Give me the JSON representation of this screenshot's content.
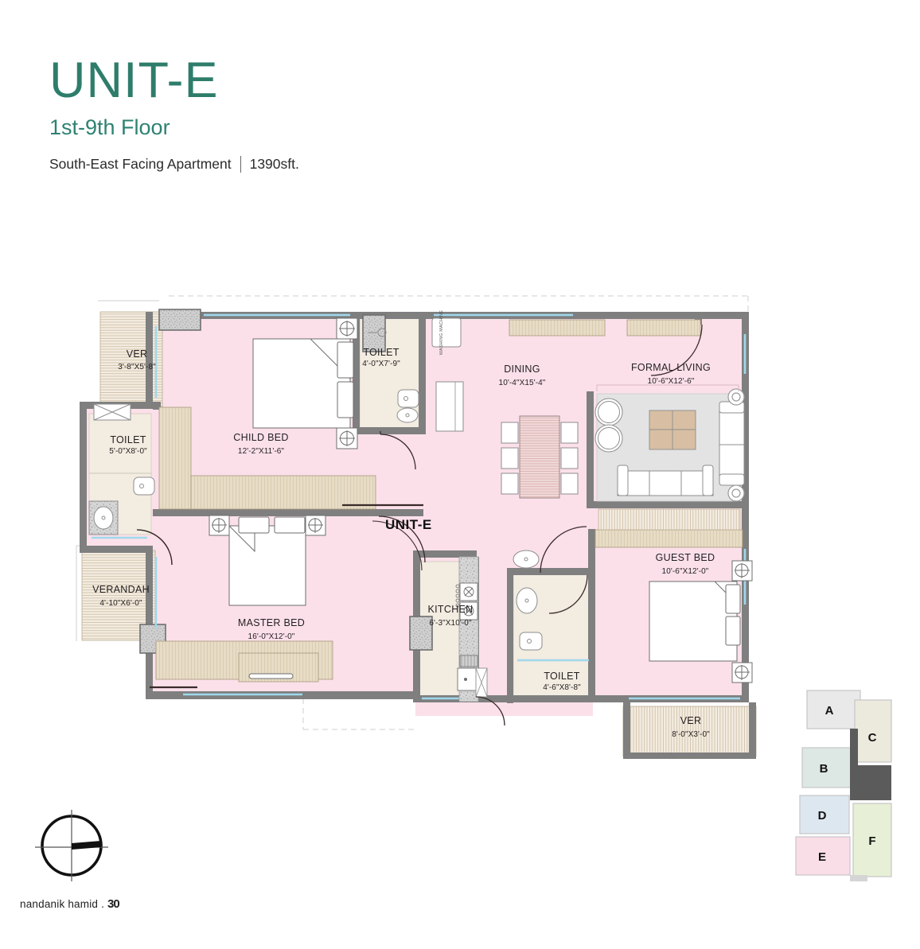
{
  "header": {
    "title": "UNIT-E",
    "subtitle": "1st-9th Floor",
    "facing": "South-East Facing Apartment",
    "area": "1390sft."
  },
  "plan": {
    "center_tag": "UNIT-E",
    "appliance_label": "WASHING MACHINE",
    "rooms": [
      {
        "id": "ver-top",
        "name": "VER",
        "dim": "3'-8\"X5'-8\""
      },
      {
        "id": "toilet-left",
        "name": "TOILET",
        "dim": "5'-0\"X8'-0\""
      },
      {
        "id": "toilet-child",
        "name": "TOILET",
        "dim": "4'-0\"X7'-9\""
      },
      {
        "id": "child-bed",
        "name": "CHILD BED",
        "dim": "12'-2\"X11'-6\""
      },
      {
        "id": "dining",
        "name": "DINING",
        "dim": "10'-4\"X15'-4\""
      },
      {
        "id": "formal-living",
        "name": "FORMAL LIVING",
        "dim": "10'-6\"X12'-6\""
      },
      {
        "id": "verandah",
        "name": "VERANDAH",
        "dim": "4'-10\"X6'-0\""
      },
      {
        "id": "master-bed",
        "name": "MASTER BED",
        "dim": "16'-0\"X12'-0\""
      },
      {
        "id": "kitchen",
        "name": "KITCHEN",
        "dim": "6'-3\"X10'-0\""
      },
      {
        "id": "toilet-common",
        "name": "TOILET",
        "dim": "4'-6\"X8'-8\""
      },
      {
        "id": "guest-bed",
        "name": "GUEST BED",
        "dim": "10'-6\"X12'-0\""
      },
      {
        "id": "ver-bottom",
        "name": "VER",
        "dim": "8'-0\"X3'-0\""
      }
    ]
  },
  "keyplan": {
    "units": [
      {
        "id": "A",
        "label": "A",
        "color": "#e9e9e9"
      },
      {
        "id": "B",
        "label": "B",
        "color": "#dde8e4"
      },
      {
        "id": "C",
        "label": "C",
        "color": "#eceadd"
      },
      {
        "id": "D",
        "label": "D",
        "color": "#dde7f0"
      },
      {
        "id": "E",
        "label": "E",
        "color": "#f9dde7"
      },
      {
        "id": "F",
        "label": "F",
        "color": "#e7f0d6"
      }
    ],
    "core_color": "#5b5b5b"
  },
  "compass": {
    "name": "north-compass"
  },
  "footer": {
    "credit": "nandanik hamid .",
    "page": "30"
  },
  "colors": {
    "accent": "#2e7d6b",
    "floor_pink": "#fbe0ea",
    "wall_gray": "#7f7f7f",
    "tile_beige": "#f1ece0",
    "window_blue": "#bfe4f2",
    "rug_gray": "#e2e2e2",
    "table_tan": "#d7bfa2"
  }
}
